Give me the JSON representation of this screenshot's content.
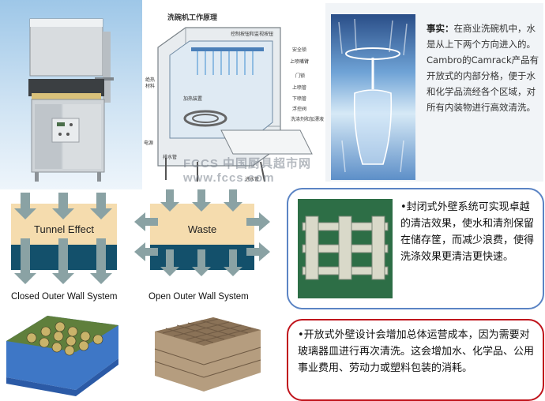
{
  "diagram": {
    "title": "洗碗机工作原理",
    "labels": {
      "control": "控制按钮和监视按钮",
      "safety_lock": "安全锁",
      "upper_arm": "上喷嘴臂",
      "door": "门锁",
      "upper_pipe": "上喷管",
      "lower_pipe": "下喷管",
      "filter": "浮控阀",
      "detergent": "洗涤剂和加漂液",
      "insulation_1": "绝热",
      "insulation_2": "材料",
      "heater": "加热装置",
      "power": "电源",
      "drain": "排水管",
      "inlet": "进水管"
    },
    "watermark": "FCCS 中国厨具超市网 www.fccs.com"
  },
  "fact": {
    "heading": "事实：",
    "body": "在商业洗碗机中，水是从上下两个方向进入的。Cambro的Camrack产品有开放式的内部分格，便于水和化学品流经各个区域，对所有内装物进行高效清洗。"
  },
  "closed_wall": {
    "box_label": "Tunnel Effect",
    "caption": "Closed Outer Wall System",
    "bubble": "•封闭式外壁系统可实现卓越的清洁效果，使水和清剂保留在储存筐，而减少浪费，使得洗涤效果更清洁更快速。",
    "border_color": "#5b84c4"
  },
  "open_wall": {
    "box_label": "Waste",
    "caption": "Open Outer Wall System",
    "bubble": "•开放式外壁设计会增加总体运营成本，因为需要对玻璃器皿进行再次清洗。这会增加水、化学品、公用事业费用、劳动力或塑料包装的消耗。",
    "border_color": "#c0141c"
  },
  "colors": {
    "arrow": "#8aa2a4",
    "tunnel_light": "#f5dcae",
    "tunnel_dark": "#13506b"
  }
}
